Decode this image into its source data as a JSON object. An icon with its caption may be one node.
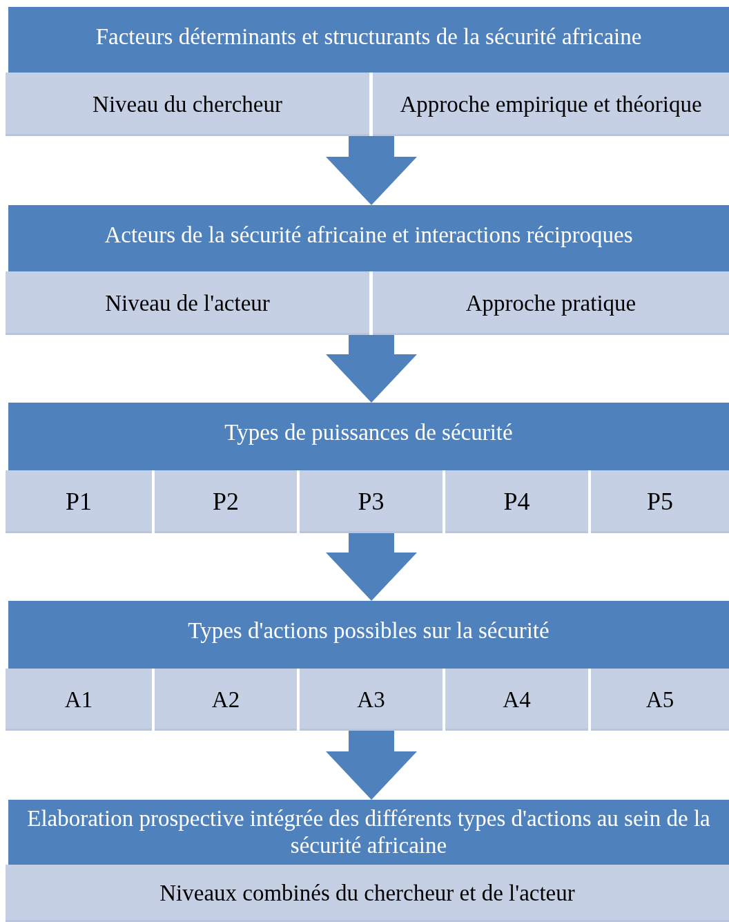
{
  "diagram": {
    "nodes": [
      {
        "text": [
          "Facteurs déterminants et structurants de la sécurité africaine"
        ]
      },
      {
        "text": [
          "Niveau du chercheur"
        ]
      },
      {
        "text": [
          "Approche empirique et théorique"
        ]
      },
      {
        "text": [
          "Acteurs de la sécurité africaine et interactions réciproques"
        ]
      },
      {
        "text": [
          "Niveau de l'acteur"
        ]
      },
      {
        "text": [
          "Approche pratique"
        ]
      },
      {
        "text": [
          "Types de puissances de sécurité"
        ]
      },
      {
        "text": [
          "P1"
        ]
      },
      {
        "text": [
          "P2"
        ]
      },
      {
        "text": [
          "P3"
        ]
      },
      {
        "text": [
          "P4"
        ]
      },
      {
        "text": [
          "P5"
        ]
      },
      {
        "text": [
          "Types d'actions possibles sur la sécurité"
        ]
      },
      {
        "text": [
          "A1"
        ]
      },
      {
        "text": [
          "A2"
        ]
      },
      {
        "text": [
          "A3"
        ]
      },
      {
        "text": [
          "A4"
        ]
      },
      {
        "text": [
          "A5"
        ]
      },
      {
        "text": [
          "Elaboration prospective intégrée des différents types d'actions au sein de la sécurité africaine"
        ]
      },
      {
        "text": [
          "Niveaux combinés du chercheur et de l'acteur"
        ]
      }
    ],
    "edges": [
      {
        "from": 1,
        "to": 3,
        "arrow": "to"
      },
      {
        "from": 4,
        "to": 6,
        "arrow": "to"
      },
      {
        "from": 9,
        "to": 12,
        "arrow": "to"
      },
      {
        "from": 15,
        "to": 18,
        "arrow": "to"
      }
    ]
  }
}
